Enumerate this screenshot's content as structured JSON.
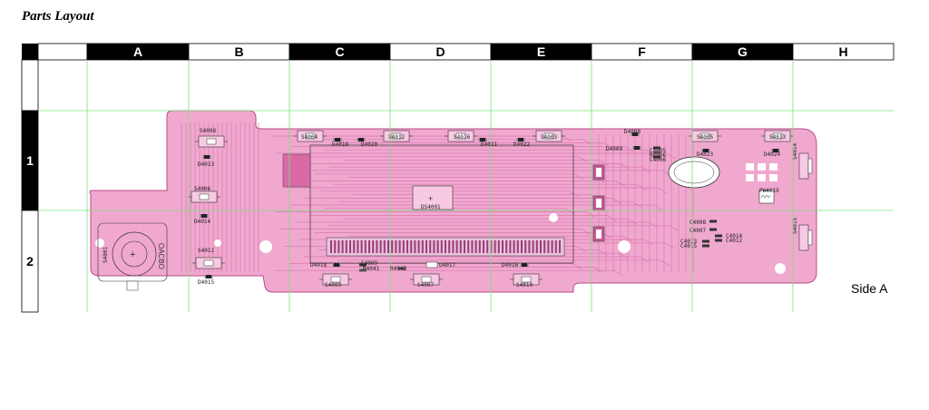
{
  "page": {
    "title": "Parts Layout",
    "side_label": "Side A",
    "badge": "2"
  },
  "columns": [
    "A",
    "B",
    "C",
    "D",
    "E",
    "F",
    "G",
    "H"
  ],
  "rows": [
    "1",
    "2"
  ],
  "components": [
    {
      "id": "S4008",
      "kind": "switch"
    },
    {
      "id": "D4013",
      "kind": "led"
    },
    {
      "id": "S4006",
      "kind": "switch"
    },
    {
      "id": "D4014",
      "kind": "led"
    },
    {
      "id": "S4011",
      "kind": "switch"
    },
    {
      "id": "D4015",
      "kind": "led"
    },
    {
      "id": "S4001",
      "kind": "knob"
    },
    {
      "id": "S4004",
      "kind": "switch"
    },
    {
      "id": "D4019",
      "kind": "led"
    },
    {
      "id": "D4020",
      "kind": "led"
    },
    {
      "id": "S4012",
      "kind": "switch"
    },
    {
      "id": "S4016",
      "kind": "switch"
    },
    {
      "id": "D4021",
      "kind": "led"
    },
    {
      "id": "D4022",
      "kind": "led"
    },
    {
      "id": "S4003",
      "kind": "switch"
    },
    {
      "id": "D4008",
      "kind": "led"
    },
    {
      "id": "D4009",
      "kind": "led"
    },
    {
      "id": "C4005",
      "kind": "cap"
    },
    {
      "id": "R4006",
      "kind": "res"
    },
    {
      "id": "C4006",
      "kind": "cap"
    },
    {
      "id": "S4005",
      "kind": "switch"
    },
    {
      "id": "D4023",
      "kind": "led"
    },
    {
      "id": "S4013",
      "kind": "switch"
    },
    {
      "id": "D4024",
      "kind": "led"
    },
    {
      "id": "PW4019",
      "kind": "sensor"
    },
    {
      "id": "DS4001",
      "kind": "display"
    },
    {
      "id": "D4018",
      "kind": "led"
    },
    {
      "id": "C4009",
      "kind": "cap"
    },
    {
      "id": "R4041",
      "kind": "res"
    },
    {
      "id": "R4043",
      "kind": "res"
    },
    {
      "id": "U4017",
      "kind": "ic"
    },
    {
      "id": "D4016",
      "kind": "led"
    },
    {
      "id": "S4009",
      "kind": "switch"
    },
    {
      "id": "S4007",
      "kind": "switch"
    },
    {
      "id": "S4010",
      "kind": "switch"
    },
    {
      "id": "C4008",
      "kind": "cap"
    },
    {
      "id": "C4007",
      "kind": "cap"
    },
    {
      "id": "C4014",
      "kind": "cap"
    },
    {
      "id": "C4012",
      "kind": "cap"
    },
    {
      "id": "C4013",
      "kind": "cap"
    },
    {
      "id": "C4015",
      "kind": "cap"
    },
    {
      "id": "S4014",
      "kind": "switch"
    },
    {
      "id": "S4015",
      "kind": "switch"
    }
  ],
  "colors": {
    "board": "#f0a8cf",
    "board_stroke": "#b84a88",
    "trace": "#d979b0",
    "grid": "#7be07b",
    "header_dark": "#000000",
    "header_light": "#ffffff"
  }
}
